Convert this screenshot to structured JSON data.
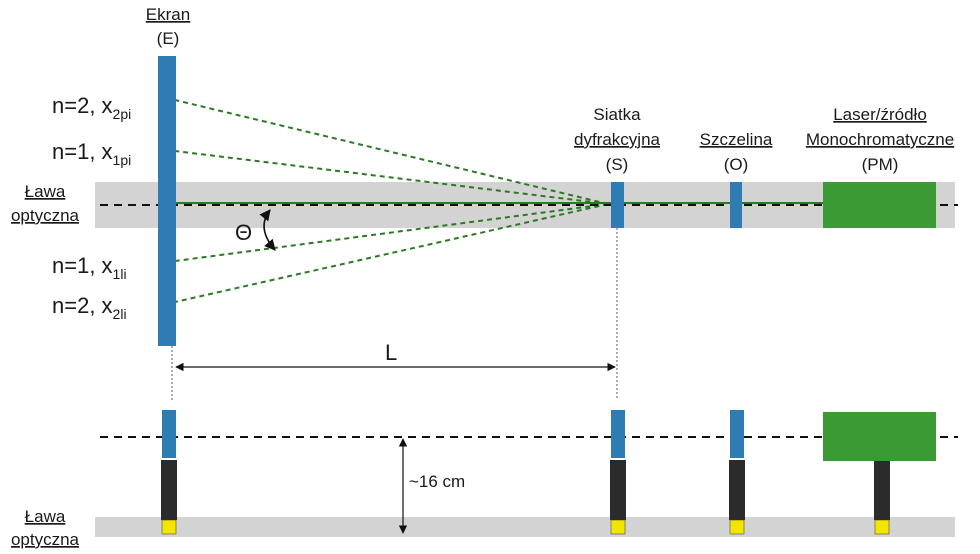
{
  "labels": {
    "ekran_line1": "Ekran",
    "ekran_line2": "(E)",
    "siatka_line1": "Siatka",
    "siatka_line2": "dyfrakcyjna",
    "siatka_line3": "(S)",
    "szczelina_line1": "Szczelina",
    "szczelina_line2": "(O)",
    "laser_line1": "Laser/źródło",
    "laser_line2": "Monochromatyczne",
    "laser_line3": "(PM)",
    "lawa_top_line1": "Ława",
    "lawa_top_line2": "optyczna",
    "lawa_bottom_line1": "Ława",
    "lawa_bottom_line2": "optyczna",
    "theta": "Θ",
    "distance_L": "L",
    "height": "~16 cm"
  },
  "orders": [
    {
      "prefix": "n=2, x",
      "sub": "2pi"
    },
    {
      "prefix": "n=1, x",
      "sub": "1pi"
    },
    {
      "prefix": "n=1, x",
      "sub": "1li"
    },
    {
      "prefix": "n=2, x",
      "sub": "2li"
    }
  ],
  "colors": {
    "bench": "#d3d3d3",
    "element": "#2f7bb4",
    "laser": "#3c9a34",
    "beam": "#2b7a23",
    "post": "#2b2b2b",
    "foot": "#f2e600"
  }
}
